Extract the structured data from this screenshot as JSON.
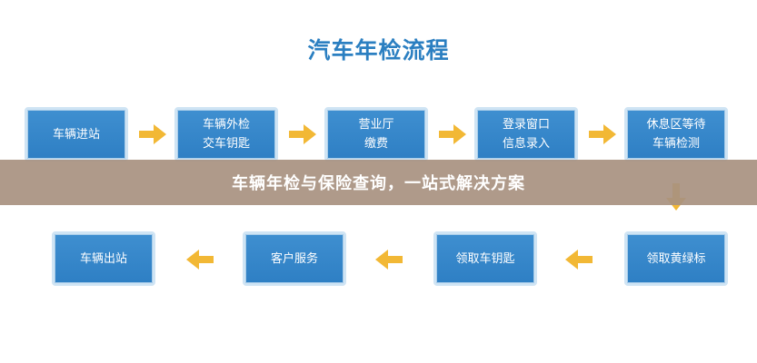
{
  "diagram": {
    "title": "汽车年检流程",
    "steps": [
      {
        "label": "车辆进站"
      },
      {
        "label": "车辆外检\n交车钥匙"
      },
      {
        "label": "营业厅\n缴费"
      },
      {
        "label": "登录窗口\n信息录入"
      },
      {
        "label": "休息区等待\n车辆检测"
      },
      {
        "label": "领取黄绿标"
      },
      {
        "label": "领取车钥匙"
      },
      {
        "label": "客户服务"
      },
      {
        "label": "车辆出站"
      }
    ],
    "box_color": "#3a8acb",
    "arrow_color": "#f2b835"
  },
  "overlay": {
    "caption": "车辆年检与保险查询，一站式解决方案",
    "background_color": "#a89180"
  }
}
